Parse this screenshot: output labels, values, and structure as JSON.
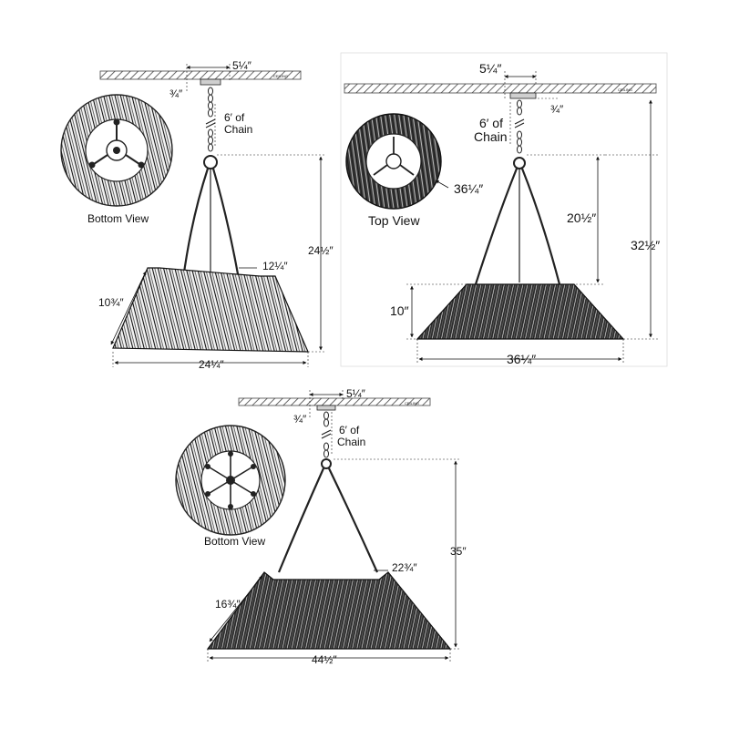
{
  "panels": [
    {
      "id": "panel-small",
      "ceiling_label": "CEILING",
      "canopy_width": "5¼″",
      "canopy_height": "¾″",
      "chain": [
        "6′ of",
        "Chain"
      ],
      "height": "24½″",
      "shade_height": "10¾″",
      "shade_top_width": "12¼″",
      "shade_bottom_width": "24¼″",
      "view_label": "Bottom View"
    },
    {
      "id": "panel-medium",
      "ceiling_label": "CEILING",
      "canopy_width": "5¼″",
      "canopy_height": "¾″",
      "chain": [
        "6′ of",
        "Chain"
      ],
      "view_diameter": "36¼″",
      "view_label": "Top View",
      "hanging_height": "20½″",
      "overall_height": "32½″",
      "shade_height": "10″",
      "shade_bottom_width": "36¼″"
    },
    {
      "id": "panel-large",
      "ceiling_label": "CEILING",
      "canopy_width": "5¼″",
      "canopy_height": "¾″",
      "chain": [
        "6′ of",
        "Chain"
      ],
      "height": "35″",
      "shade_height": "16¾″",
      "shade_top_width": "22¾″",
      "shade_bottom_width": "44½″",
      "view_label": "Bottom View"
    }
  ]
}
